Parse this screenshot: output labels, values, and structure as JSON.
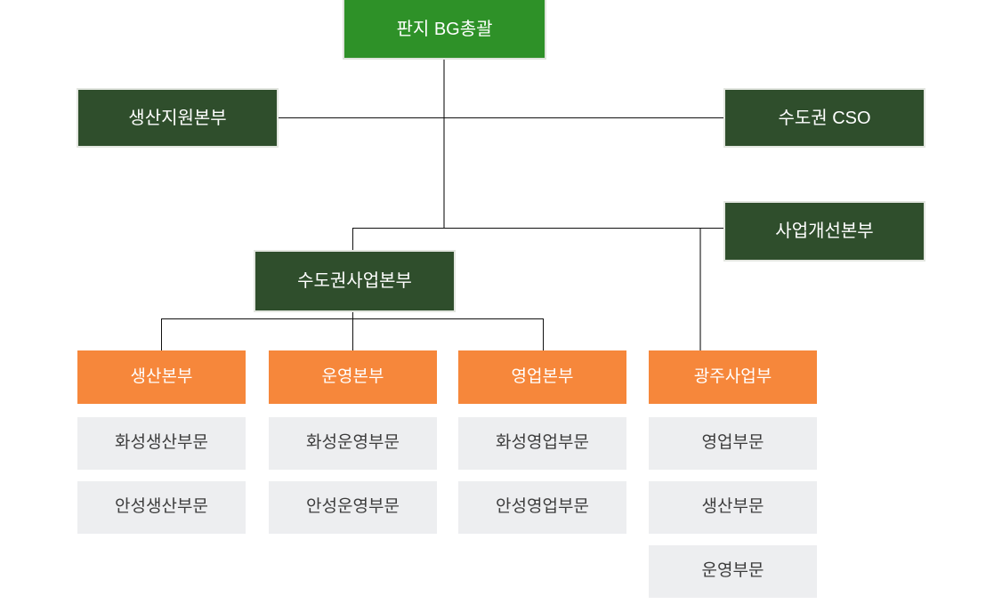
{
  "diagram": {
    "type": "org-chart",
    "root": {
      "label": "판지 BG총괄"
    },
    "staff_nodes": [
      {
        "id": "production-support",
        "label": "생산지원본부"
      },
      {
        "id": "metro-cso",
        "label": "수도권 CSO"
      },
      {
        "id": "business-improvement",
        "label": "사업개선본부"
      }
    ],
    "metro_hq": {
      "label": "수도권사업본부"
    },
    "divisions": [
      {
        "id": "production-hq",
        "label": "생산본부",
        "children": [
          "화성생산부문",
          "안성생산부문"
        ]
      },
      {
        "id": "operations-hq",
        "label": "운영본부",
        "children": [
          "화성운영부문",
          "안성운영부문"
        ]
      },
      {
        "id": "sales-hq",
        "label": "영업본부",
        "children": [
          "화성영업부문",
          "안성영업부문"
        ]
      },
      {
        "id": "gwangju-division",
        "label": "광주사업부",
        "children": [
          "영업부문",
          "생산부문",
          "운영부문"
        ]
      }
    ]
  },
  "colors": {
    "root_green": "#2e9128",
    "dark_green": "#2f4e2c",
    "orange": "#f6873b",
    "light_gray": "#edeef0",
    "line_black": "#111111",
    "line_gray": "#7e7e7e",
    "text_white": "#ffffff",
    "text_dark": "#3d3d3d"
  }
}
